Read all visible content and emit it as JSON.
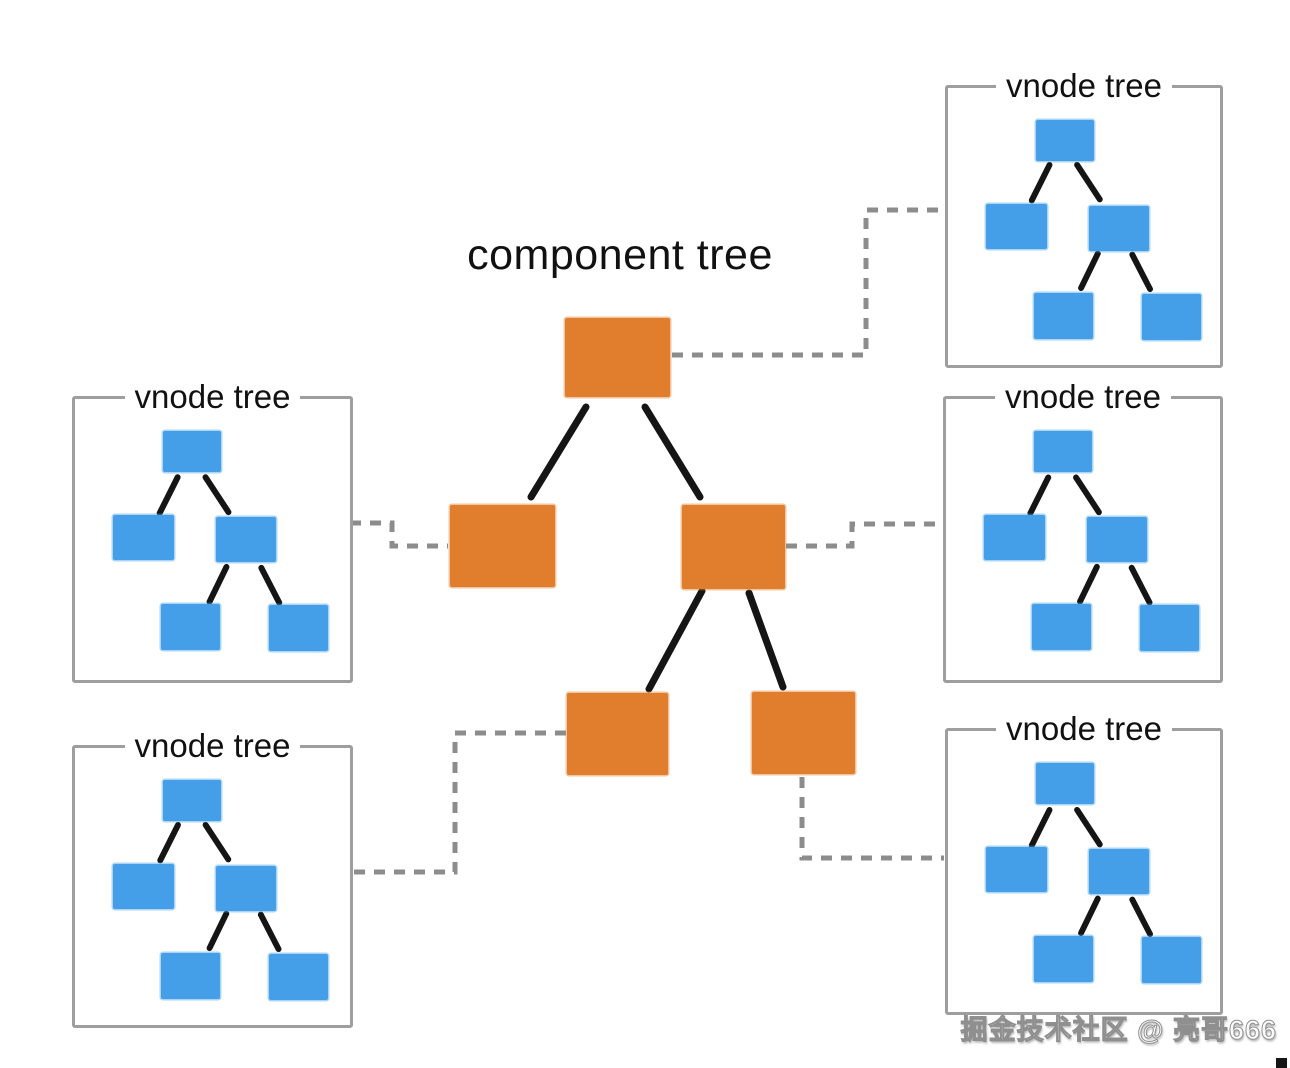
{
  "diagram": {
    "center_tree": {
      "title": "component tree"
    },
    "vnode_boxes": [
      {
        "position": "top-right",
        "title": "vnode tree"
      },
      {
        "position": "middle-right",
        "title": "vnode tree"
      },
      {
        "position": "bottom-right",
        "title": "vnode tree"
      },
      {
        "position": "middle-left",
        "title": "vnode tree"
      },
      {
        "position": "bottom-left",
        "title": "vnode tree"
      }
    ],
    "colors": {
      "component_node": "#E07E2E",
      "vnode_node": "#459FE8",
      "box_border": "#9E9E9E",
      "connector": "#8C8C8C",
      "tree_edge": "#151515",
      "title_text": "#111111"
    }
  },
  "watermark": {
    "text": "掘金技术社区 @ 亮哥666"
  }
}
